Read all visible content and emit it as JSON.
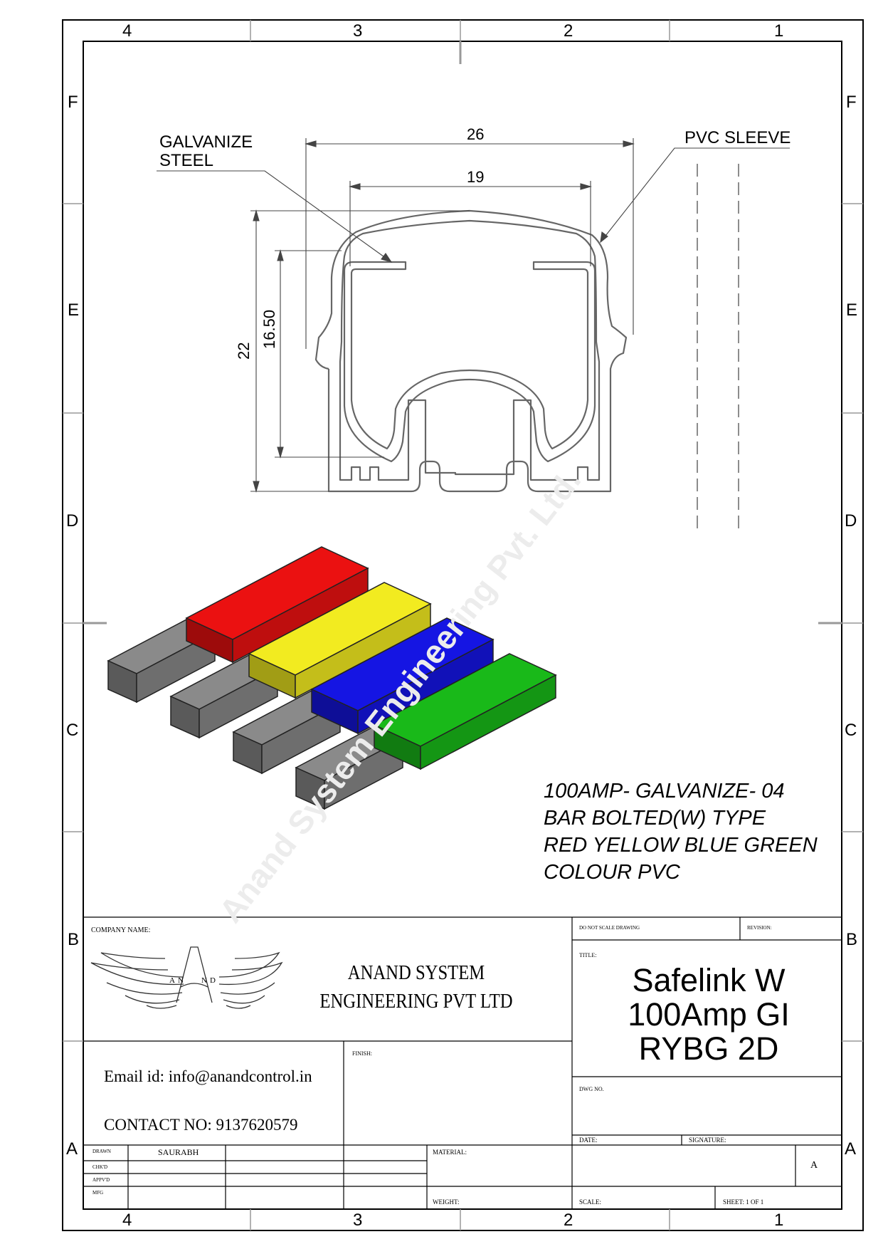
{
  "zones": {
    "columns": [
      "4",
      "3",
      "2",
      "1"
    ],
    "rows": [
      "F",
      "E",
      "D",
      "C",
      "B",
      "A"
    ]
  },
  "callouts": {
    "galvanize_line1": "GALVANIZE",
    "galvanize_line2": "STEEL",
    "pvc_sleeve": "PVC SLEEVE"
  },
  "dimensions": {
    "outer_width": "26",
    "inner_width": "19",
    "outer_height": "22",
    "inner_height": "16.50"
  },
  "watermark": "Anand System Engineering Pvt. Ltd.",
  "note": {
    "line1": "100AMP- GALVANIZE- 04",
    "line2": "BAR BOLTED(W) TYPE",
    "line3": "RED YELLOW BLUE GREEN",
    "line4": "COLOUR PVC"
  },
  "bars": [
    {
      "color": "#e01010"
    },
    {
      "color": "#e6e01e"
    },
    {
      "color": "#1414d8"
    },
    {
      "color": "#18b018"
    }
  ],
  "title_block": {
    "company_label": "COMPANY NAME:",
    "logo_letters": [
      "A",
      "N",
      "N",
      "D"
    ],
    "company_line1": "ANAND SYSTEM",
    "company_line2": "ENGINEERING PVT LTD",
    "email": "Email id: info@anandcontrol.in",
    "contact": "CONTACT NO: 9137620579",
    "finish_label": "FINISH:",
    "do_not_scale": "DO NOT SCALE DRAWING",
    "revision_label": "REVISION:",
    "title_label": "TITLE:",
    "title_line1": "Safelink W",
    "title_line2": "100Amp GI",
    "title_line3": "RYBG 2D",
    "dwg_label": "DWG NO.",
    "date_label": "DATE:",
    "signature_label": "SIGNATURE:",
    "material_label": "MATERIAL:",
    "weight_label": "WEIGHT:",
    "scale_label": "SCALE:",
    "sheet_label": "SHEET: 1 OF 1",
    "size": "A",
    "drawn_label": "DRAWN",
    "drawn_by": "SAURABH",
    "chkd_label": "CHK'D",
    "appvd_label": "APPV'D",
    "mfg_label": "MFG"
  }
}
